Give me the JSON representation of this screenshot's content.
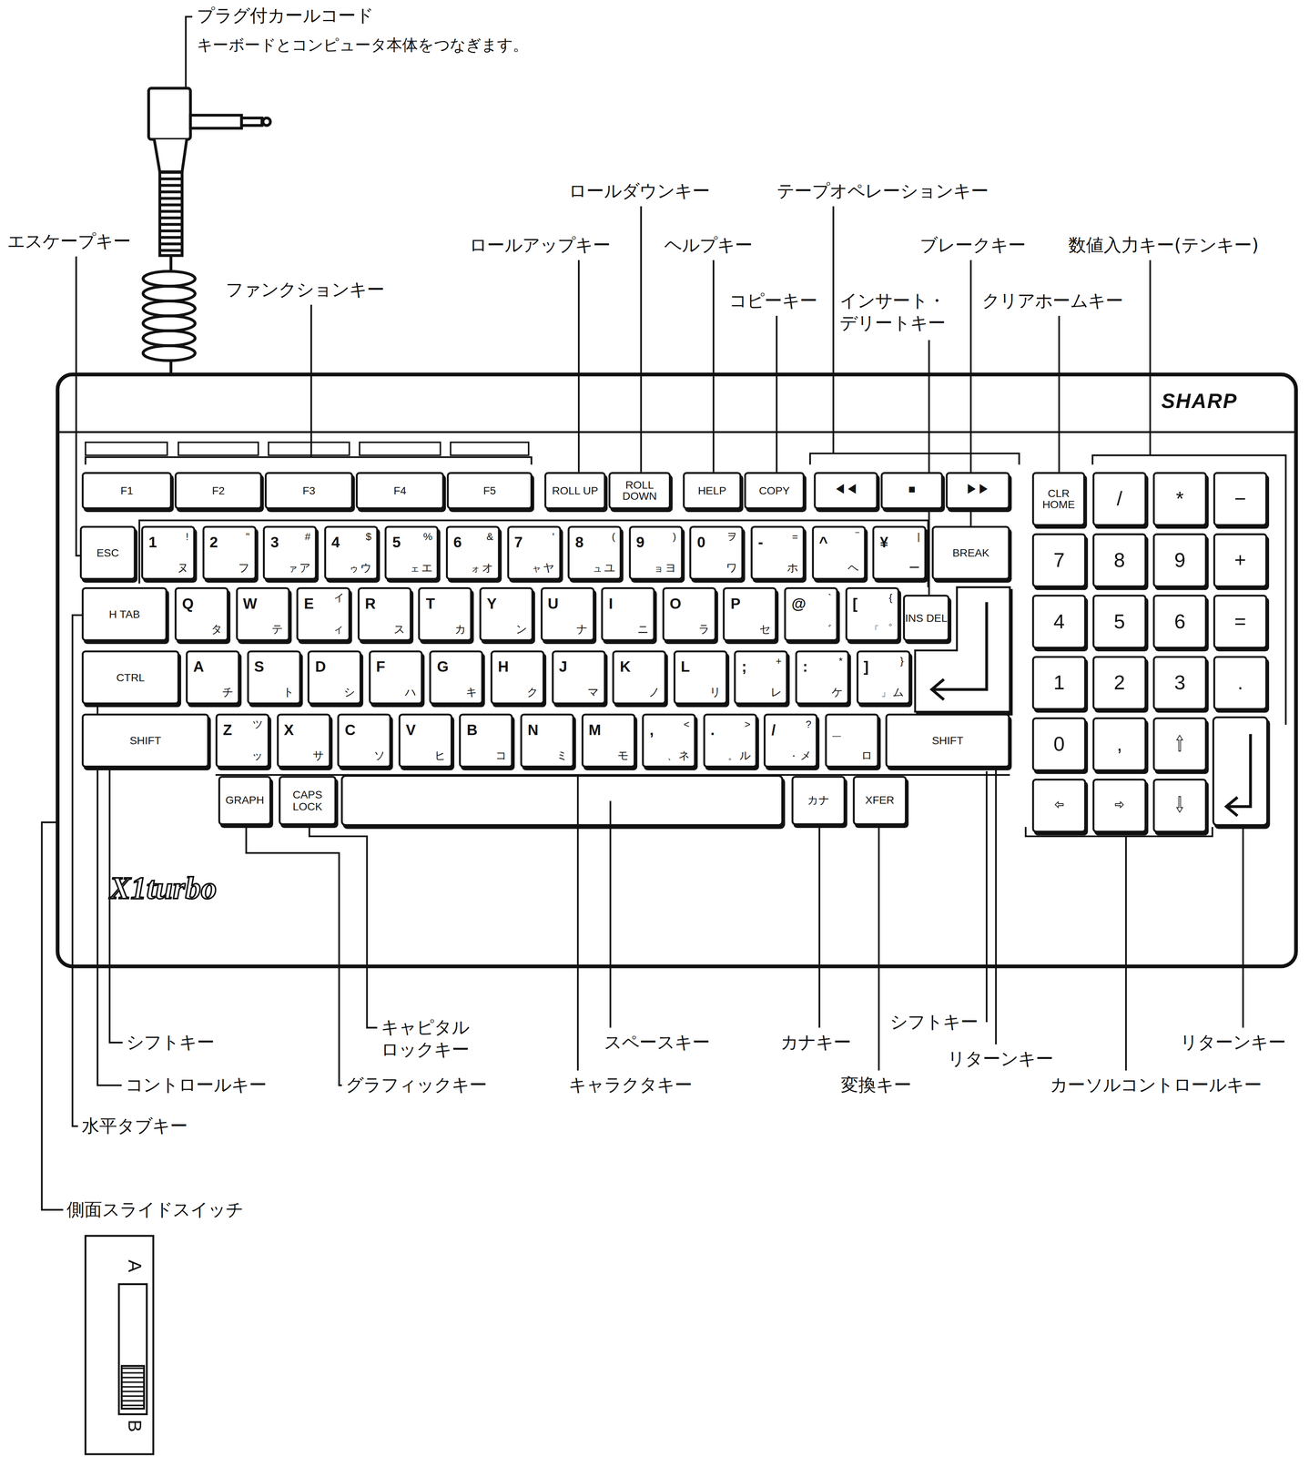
{
  "diagram": {
    "nodes": [
      {
        "text": [
          "F1"
        ]
      },
      {
        "text": [
          "F2"
        ]
      },
      {
        "text": [
          "F3"
        ]
      },
      {
        "text": [
          "F4"
        ]
      },
      {
        "text": [
          "F5"
        ]
      },
      {
        "text": [
          "ROLL UP"
        ]
      },
      {
        "text": [
          "ROLL DOWN"
        ]
      },
      {
        "text": [
          "HELP"
        ]
      },
      {
        "text": [
          "COPY"
        ]
      },
      {
        "text": [
          "◀◀"
        ]
      },
      {
        "text": [
          "■"
        ]
      },
      {
        "text": [
          "▶▶"
        ]
      },
      {
        "text": [
          "CLR HOME"
        ]
      },
      {
        "text": [
          "/"
        ]
      },
      {
        "text": [
          "*"
        ]
      },
      {
        "text": [
          "−"
        ]
      },
      {
        "text": [
          "ESC"
        ]
      },
      {
        "text": [
          "1",
          "!",
          "ヌ"
        ]
      },
      {
        "text": [
          "2",
          "\"",
          "フ"
        ]
      },
      {
        "text": [
          "3",
          "#",
          "ア",
          "ァ"
        ]
      },
      {
        "text": [
          "4",
          "$",
          "ウ",
          "ゥ"
        ]
      },
      {
        "text": [
          "5",
          "%",
          "エ",
          "ェ"
        ]
      },
      {
        "text": [
          "6",
          "&",
          "オ",
          "ォ"
        ]
      },
      {
        "text": [
          "7",
          "'",
          "ヤ",
          "ャ"
        ]
      },
      {
        "text": [
          "8",
          "(",
          "ユ",
          "ュ"
        ]
      },
      {
        "text": [
          "9",
          ")",
          "ヨ",
          "ョ"
        ]
      },
      {
        "text": [
          "0",
          "ヲ",
          "ワ"
        ]
      },
      {
        "text": [
          "-",
          "=",
          "ホ"
        ]
      },
      {
        "text": [
          "^",
          "‾",
          "ヘ"
        ]
      },
      {
        "text": [
          "¥",
          "|",
          "ー"
        ]
      },
      {
        "text": [
          "BREAK"
        ]
      },
      {
        "text": [
          "7"
        ]
      },
      {
        "text": [
          "8"
        ]
      },
      {
        "text": [
          "9"
        ]
      },
      {
        "text": [
          "+"
        ]
      },
      {
        "text": [
          "H TAB"
        ]
      },
      {
        "text": [
          "Q",
          "タ"
        ]
      },
      {
        "text": [
          "W",
          "テ"
        ]
      },
      {
        "text": [
          "E",
          "イ",
          "ィ"
        ]
      },
      {
        "text": [
          "R",
          "ス"
        ]
      },
      {
        "text": [
          "T",
          "カ"
        ]
      },
      {
        "text": [
          "Y",
          "ン"
        ]
      },
      {
        "text": [
          "U",
          "ナ"
        ]
      },
      {
        "text": [
          "I",
          "ニ"
        ]
      },
      {
        "text": [
          "O",
          "ラ"
        ]
      },
      {
        "text": [
          "P",
          "セ"
        ]
      },
      {
        "text": [
          "@",
          "`",
          "゛"
        ]
      },
      {
        "text": [
          "[",
          "{",
          "゜",
          "「"
        ]
      },
      {
        "text": [
          "INS DEL"
        ]
      },
      {
        "text": [
          "4"
        ]
      },
      {
        "text": [
          "5"
        ]
      },
      {
        "text": [
          "6"
        ]
      },
      {
        "text": [
          "="
        ]
      },
      {
        "text": [
          "CTRL"
        ]
      },
      {
        "text": [
          "A",
          "チ"
        ]
      },
      {
        "text": [
          "S",
          "ト"
        ]
      },
      {
        "text": [
          "D",
          "シ"
        ]
      },
      {
        "text": [
          "F",
          "ハ"
        ]
      },
      {
        "text": [
          "G",
          "キ"
        ]
      },
      {
        "text": [
          "H",
          "ク"
        ]
      },
      {
        "text": [
          "J",
          "マ"
        ]
      },
      {
        "text": [
          "K",
          "ノ"
        ]
      },
      {
        "text": [
          "L",
          "リ"
        ]
      },
      {
        "text": [
          ";",
          "+",
          "レ"
        ]
      },
      {
        "text": [
          ":",
          "*",
          "ケ"
        ]
      },
      {
        "text": [
          "]",
          "}",
          "ム",
          "」"
        ]
      },
      {
        "text": [
          "1"
        ]
      },
      {
        "text": [
          "2"
        ]
      },
      {
        "text": [
          "3"
        ]
      },
      {
        "text": [
          "."
        ]
      },
      {
        "text": [
          "SHIFT"
        ]
      },
      {
        "text": [
          "Z",
          "ツ",
          "ッ"
        ]
      },
      {
        "text": [
          "X",
          "サ"
        ]
      },
      {
        "text": [
          "C",
          "ソ"
        ]
      },
      {
        "text": [
          "V",
          "ヒ"
        ]
      },
      {
        "text": [
          "B",
          "コ"
        ]
      },
      {
        "text": [
          "N",
          "ミ"
        ]
      },
      {
        "text": [
          "M",
          "モ"
        ]
      },
      {
        "text": [
          ",",
          "<",
          "ネ",
          "、"
        ]
      },
      {
        "text": [
          ".",
          ">",
          "ル",
          "。"
        ]
      },
      {
        "text": [
          "/",
          "?",
          "メ",
          "・"
        ]
      },
      {
        "text": [
          "_",
          "ロ"
        ]
      },
      {
        "text": [
          "SHIFT"
        ]
      },
      {
        "text": [
          "0"
        ]
      },
      {
        "text": [
          ","
        ]
      },
      {
        "text": [
          "⇧"
        ]
      },
      {
        "text": [
          "GRAPH"
        ]
      },
      {
        "text": [
          "CAPS LOCK"
        ]
      },
      {
        "text": [
          "カナ"
        ]
      },
      {
        "text": [
          "XFER"
        ]
      },
      {
        "text": [
          "⇦"
        ]
      },
      {
        "text": [
          "⇨"
        ]
      },
      {
        "text": [
          "⇩"
        ]
      }
    ],
    "labels": [
      "プラグ付カールコード",
      "キーボードとコンピュータ本体をつなぎます。",
      "ロールダウンキー",
      "テープオペレーションキー",
      "エスケープキー",
      "ロールアップキー",
      "ヘルプキー",
      "ブレークキー",
      "数値入力キー(テンキー)",
      "ファンクションキー",
      "コピーキー",
      "インサート・ デリートキー",
      "クリアホームキー",
      "シフトキー",
      "コントロールキー",
      "水平タブキー",
      "側面スライドスイッチ",
      "キャピタル ロックキー",
      "グラフィックキー",
      "スペースキー",
      "キャラクタキー",
      "カナキー",
      "変換キー",
      "シフトキー",
      "リターンキー",
      "リターンキー",
      "カーソルコントロールキー",
      "SHARP",
      "X1turbo",
      "A",
      "B"
    ]
  }
}
